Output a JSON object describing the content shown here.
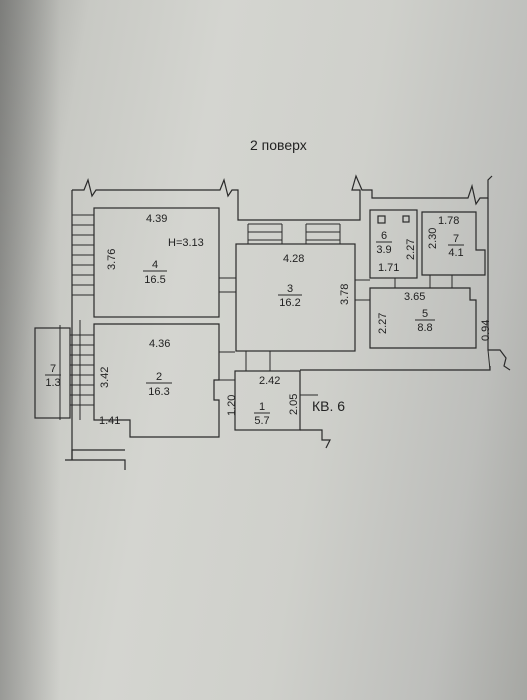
{
  "plan": {
    "title": "2 поверх",
    "apartment_label": "КВ. 6",
    "height_note": "H=3.13",
    "rooms": [
      {
        "number": "1",
        "area": "5.7"
      },
      {
        "number": "2",
        "area": "16.3"
      },
      {
        "number": "3",
        "area": "16.2"
      },
      {
        "number": "4",
        "area": "16.5"
      },
      {
        "number": "5",
        "area": "8.8"
      },
      {
        "number": "6",
        "area": "3.9"
      },
      {
        "number": "7",
        "area": "4.1"
      },
      {
        "number": "7",
        "area": "1.3"
      }
    ],
    "dimensions": [
      "4.39",
      "3.76",
      "4.28",
      "3.78",
      "4.36",
      "3.42",
      "1.41",
      "2.42",
      "1.20",
      "2.05",
      "1.78",
      "2.30",
      "2.27",
      "1.71",
      "3.65",
      "2.27",
      "0.94"
    ]
  },
  "colors": {
    "line": "#2a2a2a",
    "paper": "#d2d3ce",
    "text": "#222222"
  }
}
